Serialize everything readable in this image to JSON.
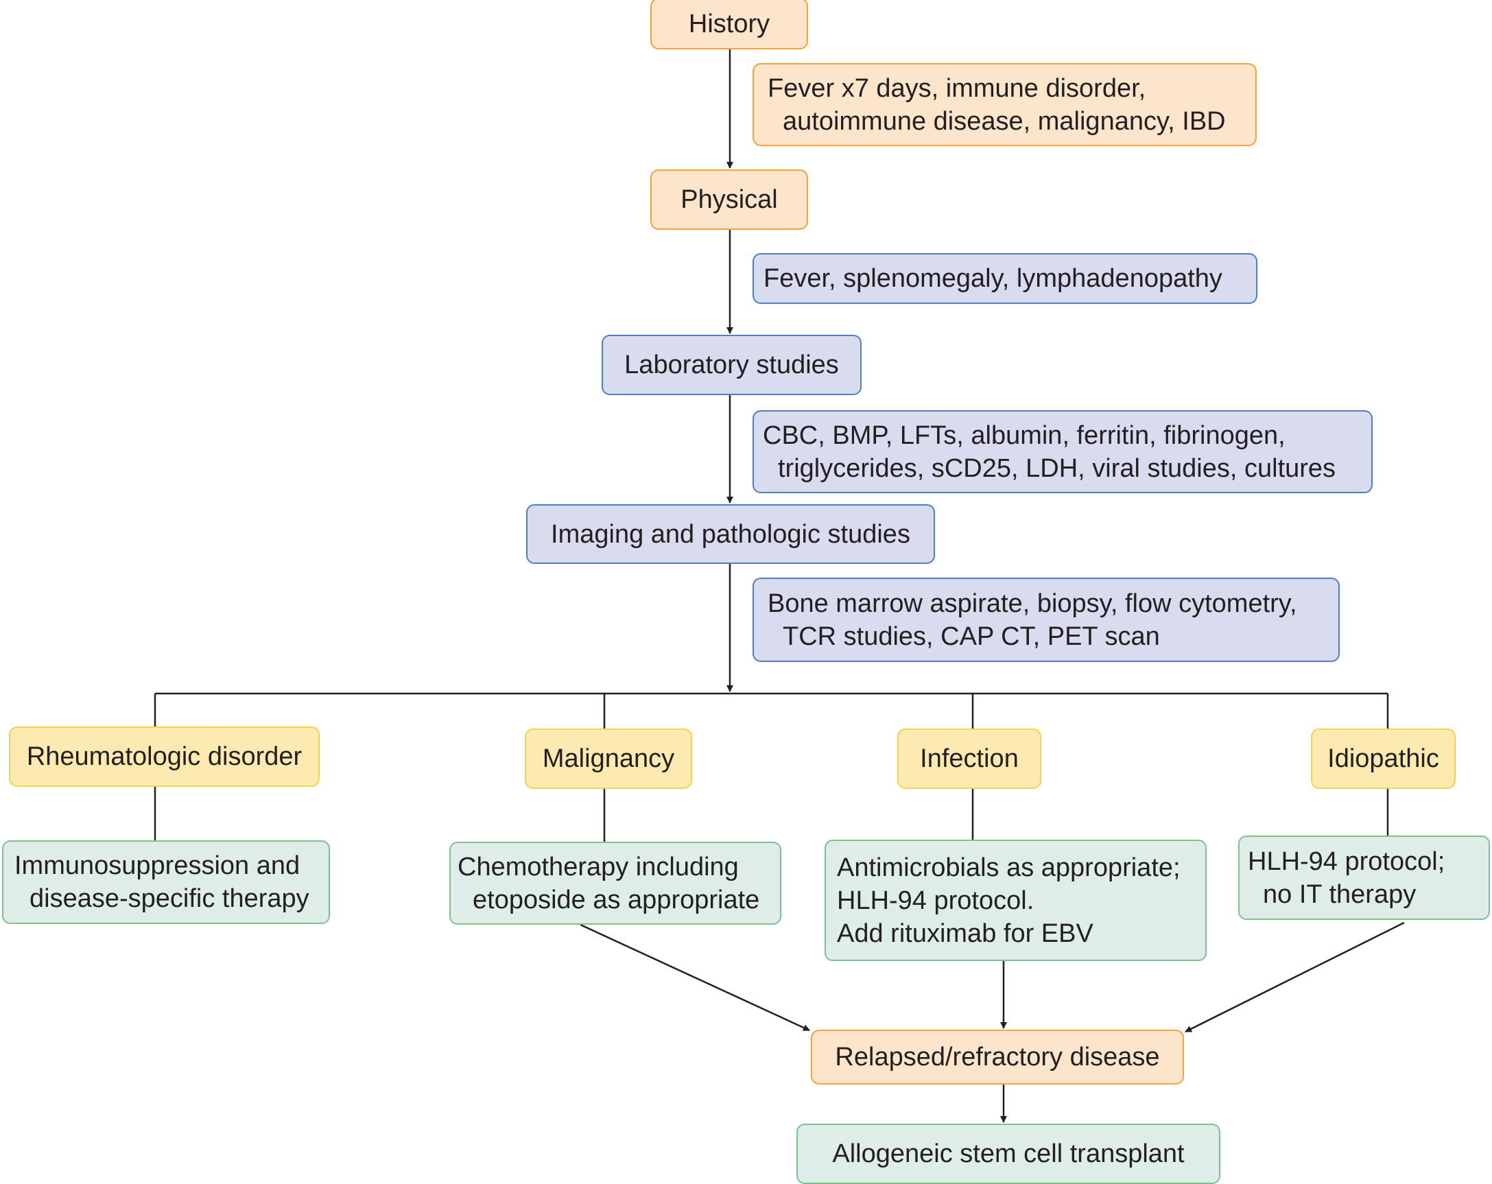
{
  "diagram": {
    "type": "flowchart",
    "colors": {
      "history_physical": "#fde5cc",
      "history_physical_border": "#f4a23c",
      "studies": "#d9dcef",
      "studies_border": "#4f7fc1",
      "etiology": "#fdeab1",
      "etiology_border": "#f6d24f",
      "therapy": "#dfede8",
      "therapy_border": "#7fc28e",
      "connector": "#231f20"
    },
    "steps": {
      "history": {
        "label": "History"
      },
      "history_detail": {
        "lines": [
          "Fever x7 days, immune disorder,",
          "autoimmune disease, malignancy, IBD"
        ]
      },
      "physical": {
        "label": "Physical"
      },
      "physical_detail": {
        "lines": [
          "Fever, splenomegaly, lymphadenopathy"
        ]
      },
      "laboratory": {
        "label": "Laboratory studies"
      },
      "laboratory_detail": {
        "lines": [
          "CBC, BMP, LFTs, albumin, ferritin, fibrinogen,",
          "triglycerides, sCD25, LDH, viral studies, cultures"
        ]
      },
      "imaging": {
        "label": "Imaging and pathologic studies"
      },
      "imaging_detail": {
        "lines": [
          "Bone marrow aspirate, biopsy, flow cytometry,",
          "TCR studies, CAP CT, PET scan"
        ]
      }
    },
    "etiologies": [
      {
        "label": "Rheumatologic disorder",
        "therapy": [
          "Immunosuppression and",
          "disease-specific therapy"
        ]
      },
      {
        "label": "Malignancy",
        "therapy": [
          "Chemotherapy including",
          "etoposide as appropriate"
        ]
      },
      {
        "label": "Infection",
        "therapy": [
          "Antimicrobials as appropriate;",
          "HLH-94 protocol.",
          "Add rituximab for EBV"
        ]
      },
      {
        "label": "Idiopathic",
        "therapy": [
          "HLH-94 protocol;",
          "no IT therapy"
        ]
      }
    ],
    "relapsed": {
      "label": "Relapsed/refractory disease"
    },
    "transplant": {
      "label": "Allogeneic stem cell transplant"
    }
  }
}
